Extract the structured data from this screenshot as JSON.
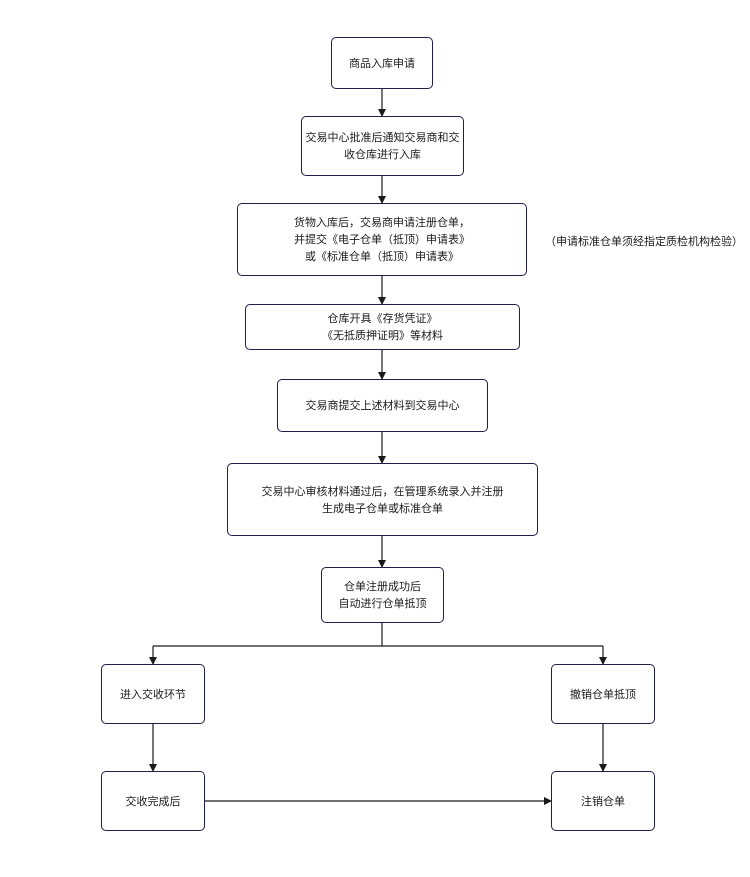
{
  "nodes": {
    "n1": [
      "商品入库申请"
    ],
    "n2": [
      "交易中心批准后通知交易商和交",
      "收仓库进行入库"
    ],
    "n3": [
      "货物入库后，交易商申请注册仓单，",
      "并提交《电子仓单（抵顶）申请表》",
      "或《标准仓单（抵顶）申请表》"
    ],
    "n4": [
      "仓库开具《存货凭证》",
      "《无抵质押证明》等材料"
    ],
    "n5": [
      "交易商提交上述材料到交易中心"
    ],
    "n6": [
      "交易中心审核材料通过后，在管理系统录入并注册",
      "生成电子仓单或标准仓单"
    ],
    "n7": [
      "仓单注册成功后",
      "自动进行仓单抵顶"
    ],
    "n8": [
      "进入交收环节"
    ],
    "n9": [
      "撤销仓单抵顶"
    ],
    "n10": [
      "交收完成后"
    ],
    "n11": [
      "注销仓单"
    ]
  },
  "note": "（申请标准仓单须经指定质检机构检验）",
  "colors": {
    "border": "#1f1f4a",
    "line": "#1a1a1a"
  }
}
